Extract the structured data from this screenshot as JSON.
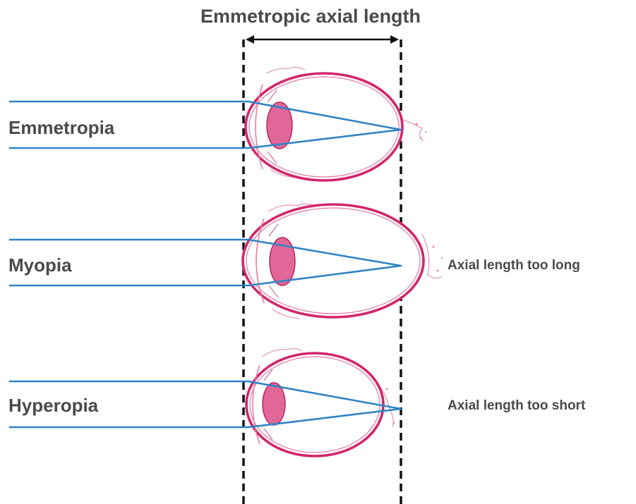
{
  "title": "Emmetropic axial length",
  "rows": [
    {
      "label": "Emmetropia",
      "note": ""
    },
    {
      "label": "Myopia",
      "note": "Axial length too long"
    },
    {
      "label": "Hyperopia",
      "note": "Axial length too short"
    }
  ],
  "colors": {
    "ray": "#2f83c4",
    "sclera": "#d3266c",
    "lens": "#e06797",
    "text": "#4a4a4a",
    "guide": "#111111"
  }
}
